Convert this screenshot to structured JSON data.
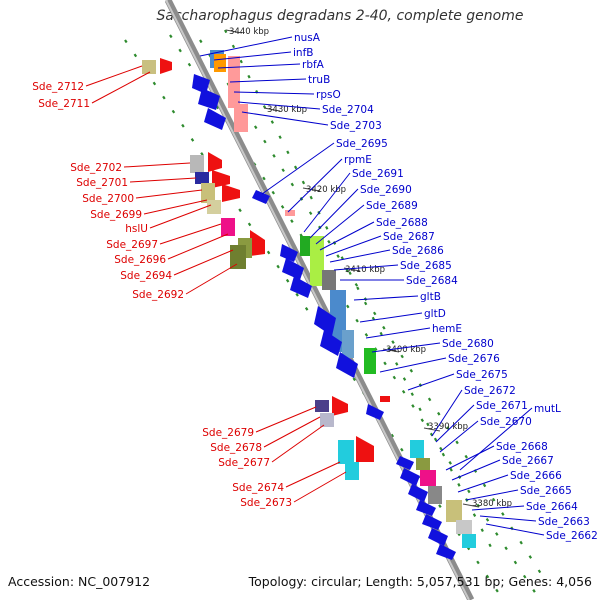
{
  "title": "Saccharophagus degradans 2-40, complete genome",
  "footer": {
    "accession": "Accession: NC_007912",
    "topology": "Topology: circular; Length: 5,057,531 bp; Genes: 4,056"
  },
  "ticks": [
    "3440 kbp",
    "3430 kbp",
    "3420 kbp",
    "3410 kbp",
    "3400 kbp",
    "3390 kbp",
    "3380 kbp"
  ],
  "genes_left": [
    "Sde_2712",
    "Sde_2711",
    "Sde_2702",
    "Sde_2701",
    "Sde_2700",
    "Sde_2699",
    "hslU",
    "Sde_2697",
    "Sde_2696",
    "Sde_2694",
    "Sde_2692",
    "Sde_2679",
    "Sde_2678",
    "Sde_2677",
    "Sde_2674",
    "Sde_2673"
  ],
  "genes_right": [
    "nusA",
    "infB",
    "rbfA",
    "truB",
    "rpsO",
    "Sde_2704",
    "Sde_2703",
    "Sde_2695",
    "rpmE",
    "Sde_2691",
    "Sde_2690",
    "Sde_2689",
    "Sde_2688",
    "Sde_2687",
    "Sde_2686",
    "Sde_2685",
    "Sde_2684",
    "gltB",
    "gltD",
    "hemE",
    "Sde_2680",
    "Sde_2676",
    "Sde_2675",
    "Sde_2672",
    "Sde_2671",
    "Sde_2670",
    "mutL",
    "Sde_2668",
    "Sde_2667",
    "Sde_2666",
    "Sde_2665",
    "Sde_2664",
    "Sde_2663",
    "Sde_2662"
  ],
  "colors": {
    "forward_label": "#0000cc",
    "reverse_label": "#dd0000",
    "backbone": "#8c8c8c",
    "dots": "#2e8b2e"
  }
}
